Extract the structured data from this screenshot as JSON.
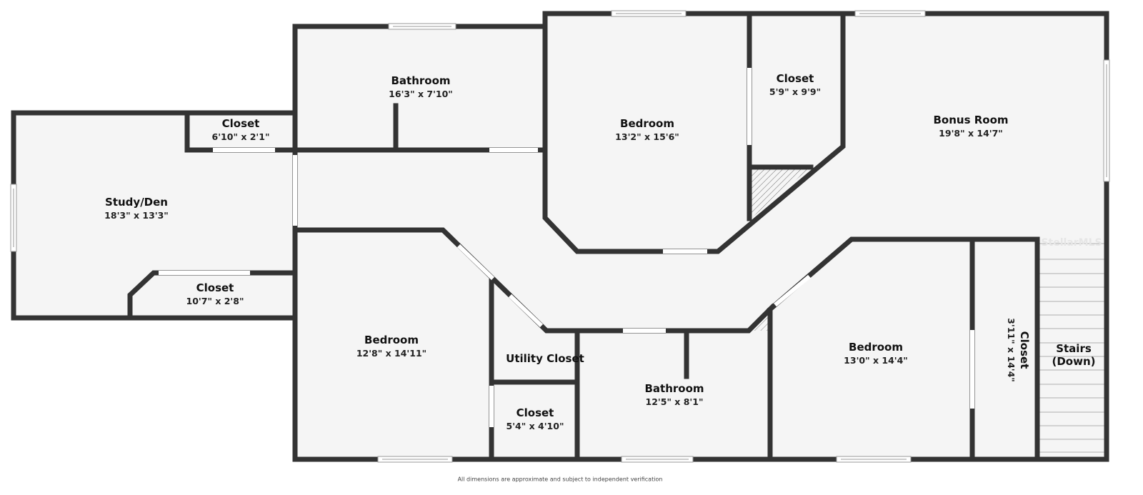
{
  "floorplan": {
    "rooms": [
      {
        "id": "study-den",
        "name": "Study/Den",
        "dimensions": "18'3\" x 13'3\""
      },
      {
        "id": "closet-top-left",
        "name": "Closet",
        "dimensions": "6'10\" x 2'1\""
      },
      {
        "id": "closet-bottom-left",
        "name": "Closet",
        "dimensions": "10'7\" x 2'8\""
      },
      {
        "id": "bathroom-top",
        "name": "Bathroom",
        "dimensions": "16'3\" x 7'10\""
      },
      {
        "id": "bedroom-top",
        "name": "Bedroom",
        "dimensions": "13'2\" x 15'6\""
      },
      {
        "id": "closet-top-center",
        "name": "Closet",
        "dimensions": "5'9\" x 9'9\""
      },
      {
        "id": "bonus-room",
        "name": "Bonus Room",
        "dimensions": "19'8\" x 14'7\""
      },
      {
        "id": "bedroom-bottom-left",
        "name": "Bedroom",
        "dimensions": "12'8\" x 14'11\""
      },
      {
        "id": "utility-closet",
        "name": "Utility Closet",
        "dimensions": ""
      },
      {
        "id": "closet-bottom-center",
        "name": "Closet",
        "dimensions": "5'4\" x 4'10\""
      },
      {
        "id": "bathroom-bottom",
        "name": "Bathroom",
        "dimensions": "12'5\" x 8'1\""
      },
      {
        "id": "bedroom-bottom-right",
        "name": "Bedroom",
        "dimensions": "13'0\" x 14'4\""
      },
      {
        "id": "closet-right-vertical",
        "name": "Closet",
        "dimensions": "3'11\" x 14'4\""
      },
      {
        "id": "stairs",
        "name": "Stairs\n(Down)",
        "name_line1": "Stairs",
        "name_line2": "(Down)",
        "dimensions": ""
      }
    ],
    "footnote": "All dimensions are approximate and subject to independent verification",
    "watermark": "StellarMLS",
    "colors": {
      "wall": "#333333",
      "floor": "#f5f5f5",
      "background": "#ffffff",
      "text": "#111111"
    }
  }
}
